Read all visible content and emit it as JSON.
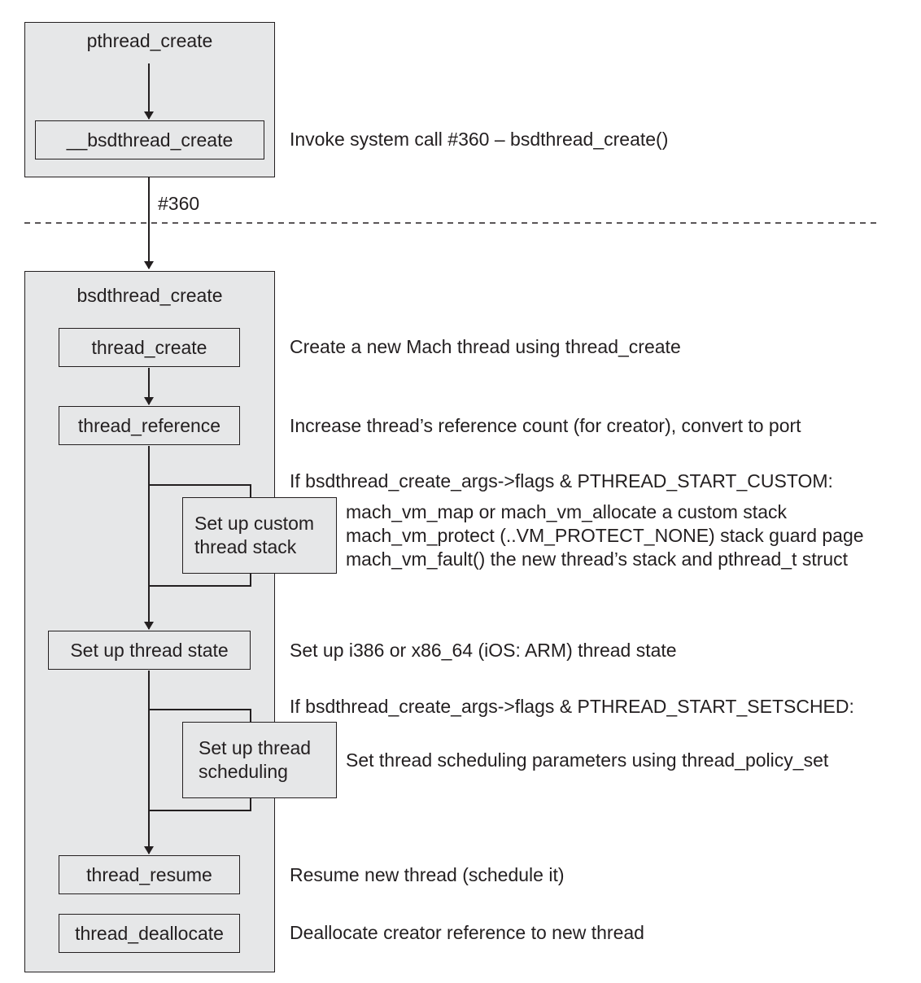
{
  "user_space": {
    "container_title": "pthread_create",
    "inner_box": "__bsdthread_create",
    "inner_desc": "Invoke system call #360 – bsdthread_create()"
  },
  "syscall_label": "#360",
  "kernel": {
    "container_title": "bsdthread_create",
    "steps": {
      "thread_create": {
        "label": "thread_create",
        "desc": "Create a new Mach thread using thread_create"
      },
      "thread_reference": {
        "label": "thread_reference",
        "desc": "Increase thread’s reference count (for creator), convert to port"
      },
      "custom_stack": {
        "condition": "If bsdthread_create_args->flags & PTHREAD_START_CUSTOM:",
        "label_line1": "Set up custom",
        "label_line2": "thread stack",
        "desc_lines": [
          "mach_vm_map or mach_vm_allocate a custom stack",
          "mach_vm_protect (..VM_PROTECT_NONE) stack guard page",
          "mach_vm_fault() the new thread’s stack and pthread_t struct"
        ]
      },
      "thread_state": {
        "label": "Set up thread state",
        "desc": "Set up i386 or x86_64 (iOS: ARM) thread state"
      },
      "scheduling": {
        "condition": "If bsdthread_create_args->flags & PTHREAD_START_SETSCHED:",
        "label_line1": "Set up thread",
        "label_line2": "scheduling",
        "desc": "Set thread scheduling parameters using thread_policy_set"
      },
      "thread_resume": {
        "label": "thread_resume",
        "desc": "Resume new thread (schedule it)"
      },
      "thread_deallocate": {
        "label": "thread_deallocate",
        "desc": "Deallocate creator reference to new thread"
      }
    }
  }
}
